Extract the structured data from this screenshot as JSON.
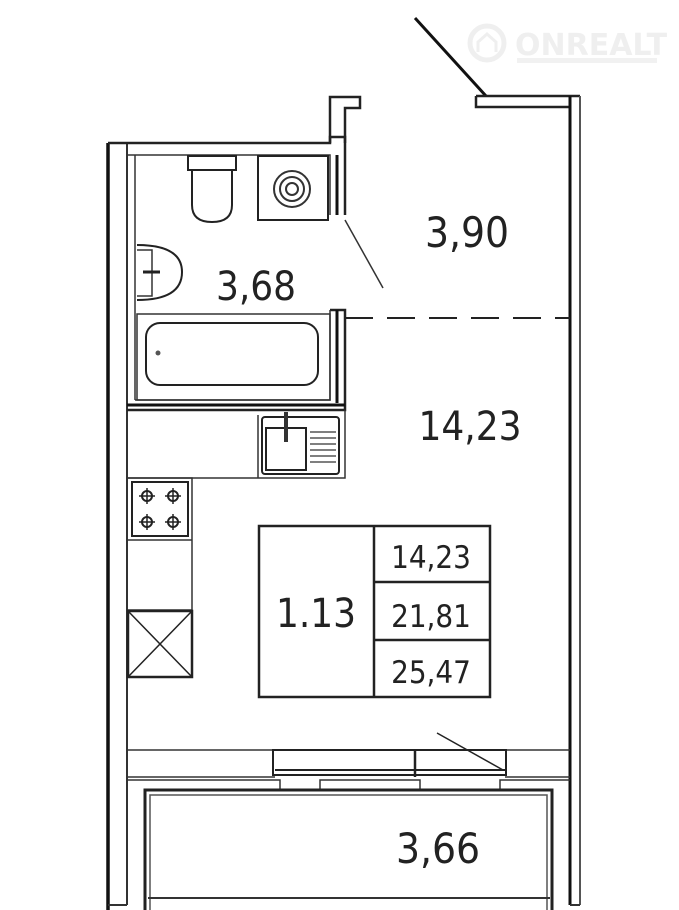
{
  "watermark": {
    "brand": "ONREALT"
  },
  "rooms": {
    "hallway_area": "3,90",
    "bathroom_area": "3,68",
    "living_area": "14,23",
    "balcony_area": "3,66"
  },
  "summary_table": {
    "apartment_number": "1.13",
    "living_area": "14,23",
    "total_area": "21,81",
    "total_with_balcony": "25,47"
  },
  "colors": {
    "line": "#222222",
    "background": "#ffffff"
  }
}
